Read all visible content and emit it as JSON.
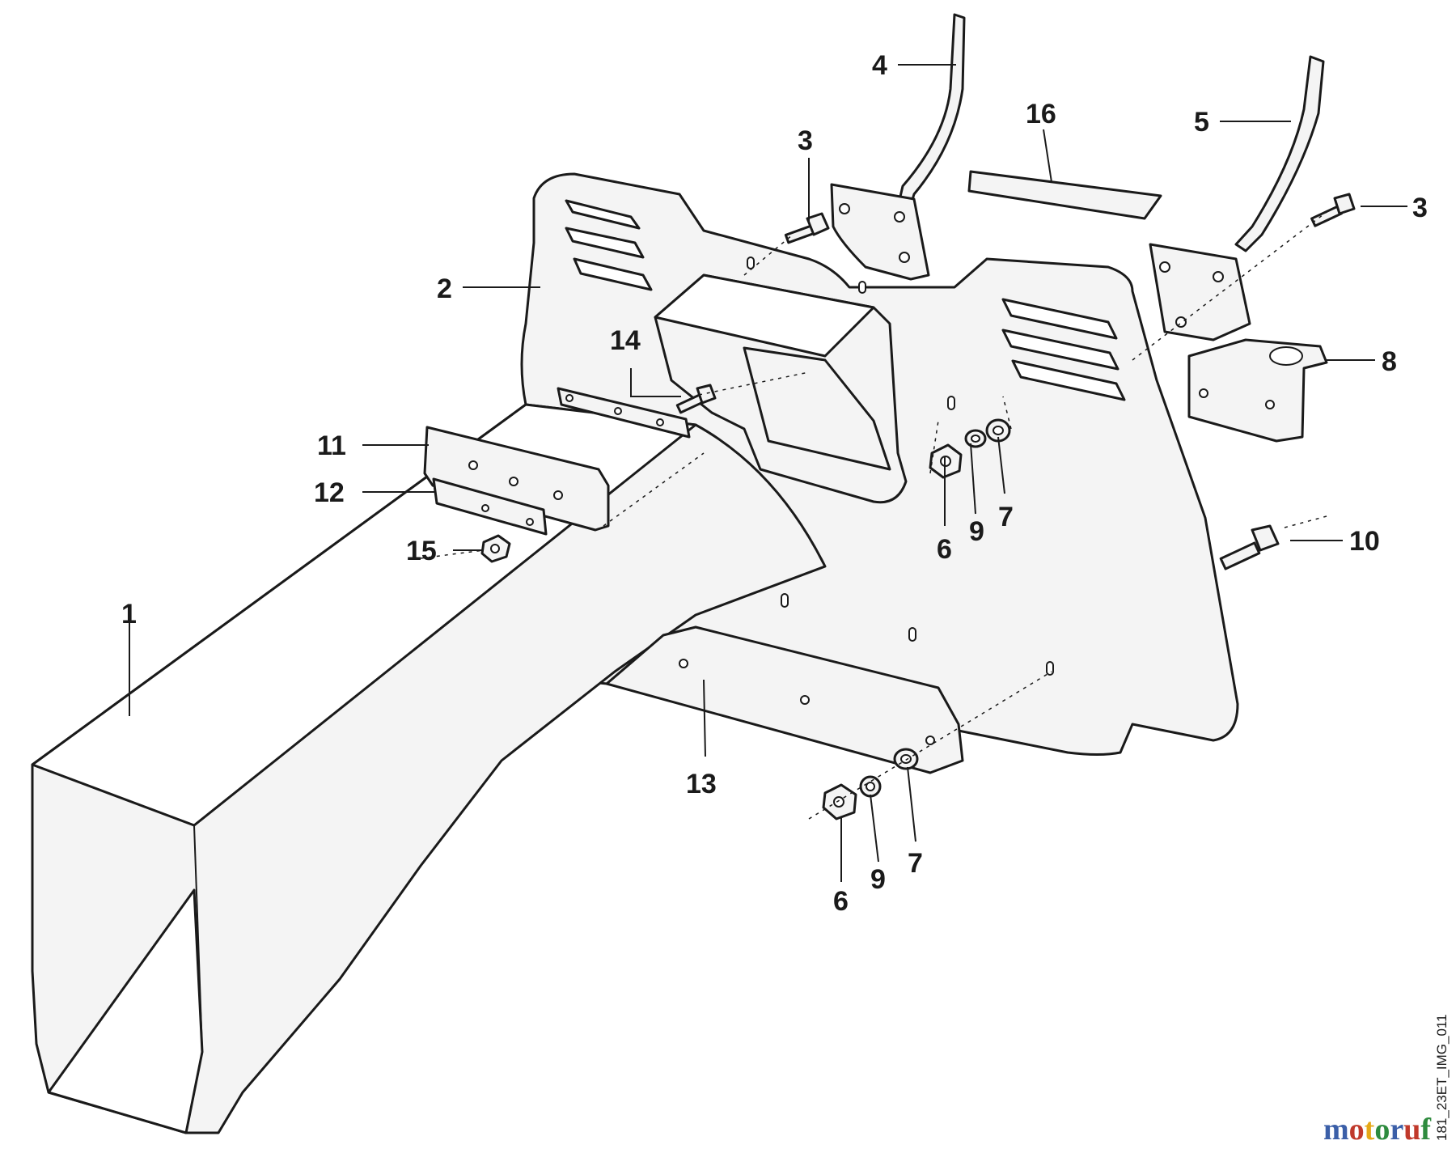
{
  "callouts": [
    {
      "id": "c1",
      "text": "1"
    },
    {
      "id": "c2",
      "text": "2"
    },
    {
      "id": "c3a",
      "text": "3"
    },
    {
      "id": "c3b",
      "text": "3"
    },
    {
      "id": "c4",
      "text": "4"
    },
    {
      "id": "c5",
      "text": "5"
    },
    {
      "id": "c6a",
      "text": "6"
    },
    {
      "id": "c6b",
      "text": "6"
    },
    {
      "id": "c7a",
      "text": "7"
    },
    {
      "id": "c7b",
      "text": "7"
    },
    {
      "id": "c8",
      "text": "8"
    },
    {
      "id": "c9a",
      "text": "9"
    },
    {
      "id": "c9b",
      "text": "9"
    },
    {
      "id": "c10",
      "text": "10"
    },
    {
      "id": "c11",
      "text": "11"
    },
    {
      "id": "c12",
      "text": "12"
    },
    {
      "id": "c13",
      "text": "13"
    },
    {
      "id": "c14",
      "text": "14"
    },
    {
      "id": "c15",
      "text": "15"
    },
    {
      "id": "c16",
      "text": "16"
    }
  ],
  "figure_code": "181_23ET_IMG_011",
  "watermark": {
    "text": "motoruf",
    "colors": [
      "#3b5fa8",
      "#c0392b",
      "#e6a817",
      "#2e8b3e",
      "#3b5fa8",
      "#c0392b",
      "#2e8b3e"
    ]
  }
}
